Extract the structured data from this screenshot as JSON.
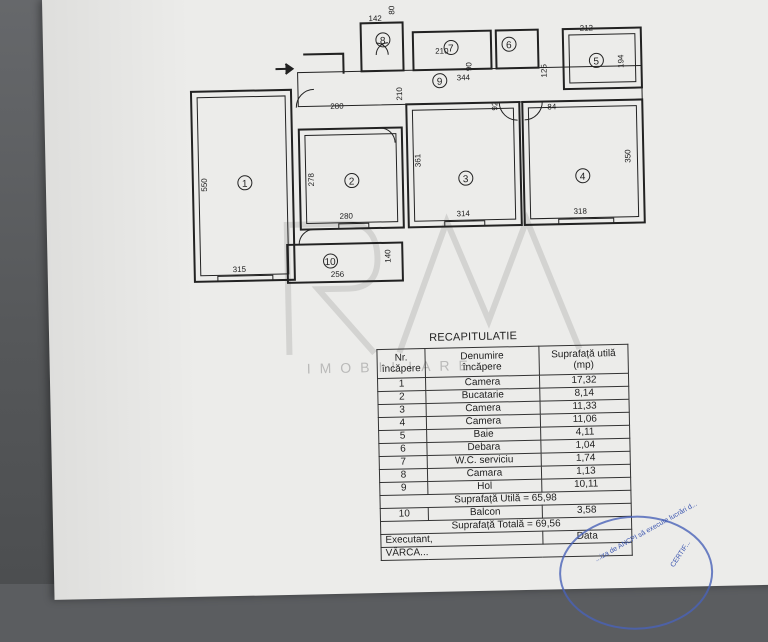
{
  "plan": {
    "dims": {
      "w80": "80",
      "w142": "142",
      "w210a": "210",
      "w90": "90",
      "w125": "125",
      "w212": "212",
      "w194": "194",
      "w210b": "210",
      "w344": "344",
      "w280top": "280",
      "w92": "92",
      "w84": "84",
      "w550": "550",
      "w278": "278",
      "w361": "361",
      "w350": "350",
      "w280bot": "280",
      "w314": "314",
      "w318": "318",
      "w315": "315",
      "w256": "256",
      "w140": "140"
    },
    "rooms": [
      "1",
      "2",
      "3",
      "4",
      "5",
      "6",
      "7",
      "8",
      "9",
      "10"
    ]
  },
  "recap": {
    "title": "RECAPITULATIE",
    "headers": {
      "nr": "Nr.\nîncăpere",
      "name": "Denumire\nîncăpere",
      "area": "Suprafață utilă\n(mp)"
    },
    "rows": [
      {
        "nr": "1",
        "name": "Camera",
        "area": "17,32"
      },
      {
        "nr": "2",
        "name": "Bucatarie",
        "area": "8,14"
      },
      {
        "nr": "3",
        "name": "Camera",
        "area": "11,33"
      },
      {
        "nr": "4",
        "name": "Camera",
        "area": "11,06"
      },
      {
        "nr": "5",
        "name": "Baie",
        "area": "4,11"
      },
      {
        "nr": "6",
        "name": "Debara",
        "area": "1,04"
      },
      {
        "nr": "7",
        "name": "W.C. serviciu",
        "area": "1,74"
      },
      {
        "nr": "8",
        "name": "Camara",
        "area": "1,13"
      },
      {
        "nr": "9",
        "name": "Hol",
        "area": "10,11"
      }
    ],
    "useful_total": "Suprafață Utilă = 65,98",
    "balcony": {
      "nr": "10",
      "name": "Balcon",
      "area": "3,58"
    },
    "grand_total": "Suprafață Totală = 69,56",
    "executant": "Executant,",
    "date": "Data",
    "signer": "VÂRCA..."
  },
  "stamp": {
    "line1": "...iza de ANCPI să execute lucrări d...",
    "line2": "CERTIF..."
  },
  "watermark": "IMOBILIARE",
  "colors": {
    "paper": "#ececea",
    "ink": "#222222",
    "stamp": "#4a63b8"
  }
}
